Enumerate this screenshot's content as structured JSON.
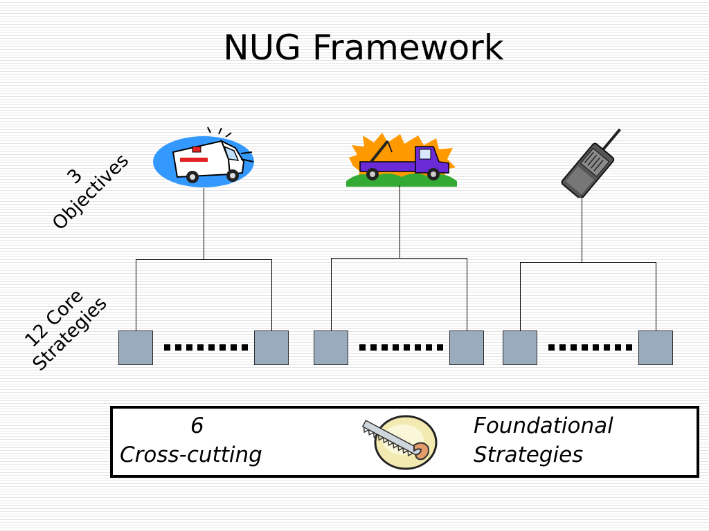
{
  "slide": {
    "title": "NUG Framework"
  },
  "labels": {
    "objectives_line1": "3",
    "objectives_line2": "Objectives",
    "strategies_line1": "12 Core",
    "strategies_line2": "Strategies"
  },
  "objectives": [
    {
      "icon": "ambulance-icon"
    },
    {
      "icon": "tow-truck-icon"
    },
    {
      "icon": "walkie-talkie-icon"
    }
  ],
  "foundation": {
    "count": "6",
    "left_label": "Cross-cutting",
    "right_label_line1": "Foundational",
    "right_label_line2": "Strategies",
    "icon": "hacksaw-icon"
  },
  "colors": {
    "strategy_box": "#9aabbd",
    "ambulance_bg": "#3399ff",
    "tow_truck_body": "#6a2bd6",
    "tow_truck_burst": "#ff9900",
    "tow_truck_grass": "#33aa33"
  }
}
